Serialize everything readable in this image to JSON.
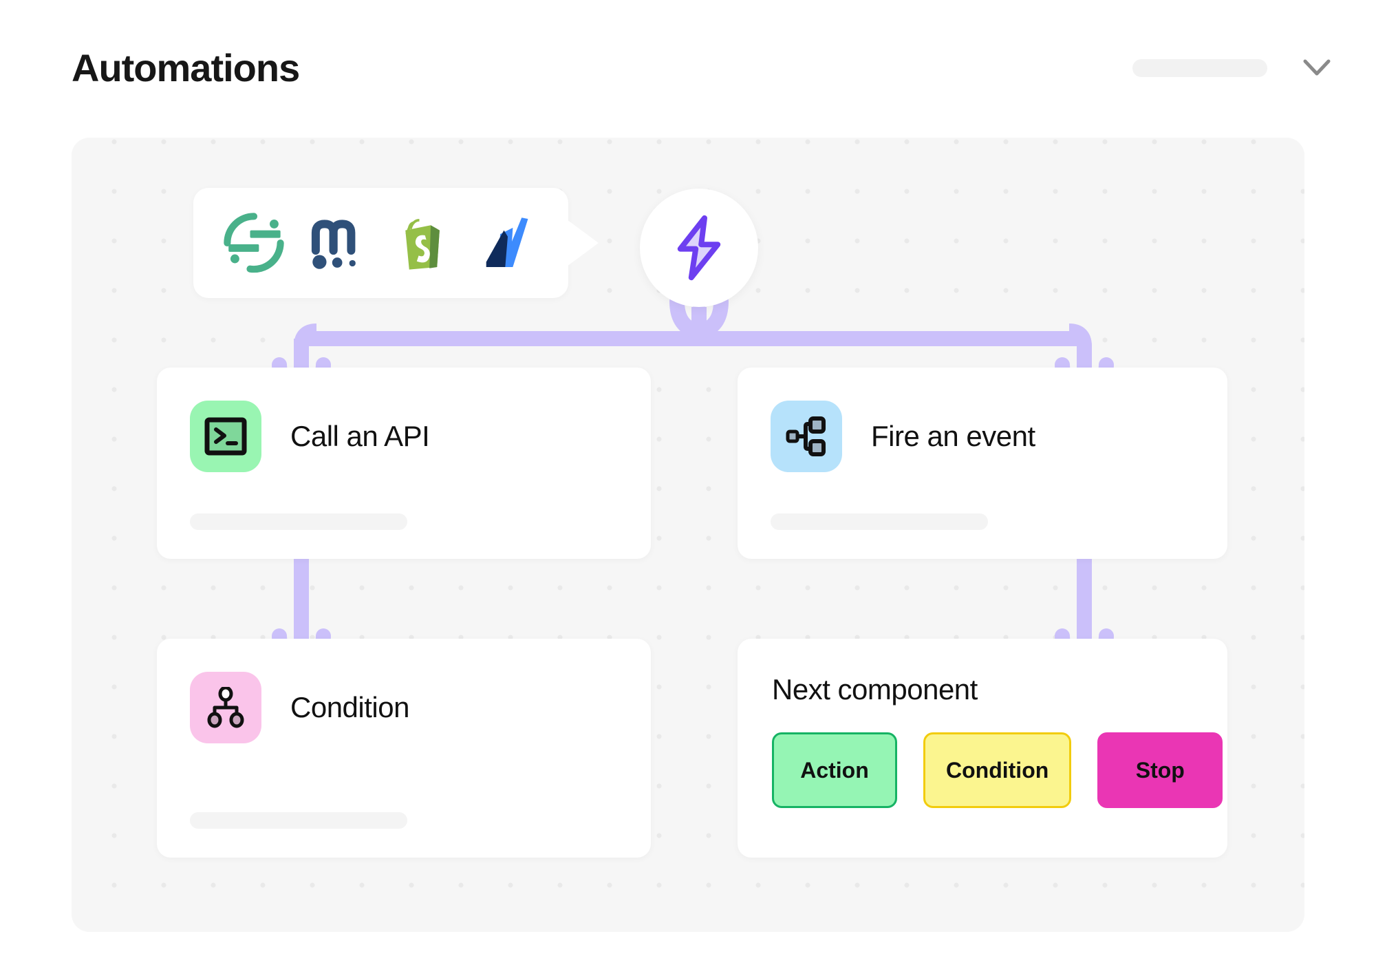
{
  "header": {
    "title": "Automations",
    "pill_placeholder": "",
    "chevron_icon": "chevron-down-icon"
  },
  "canvas": {
    "trigger": {
      "icon": "lightning-bolt-icon",
      "accent_color": "#6d3ff0"
    },
    "integrations": [
      {
        "name": "brevo-logo",
        "color": "#49b18a"
      },
      {
        "name": "mailchimp-logo",
        "color": "#2f5079"
      },
      {
        "name": "shopify-logo",
        "color": "#95bf47"
      },
      {
        "name": "arrow-one-logo",
        "color": "#3d8bfd"
      }
    ],
    "connector_color": "#cbc0fa",
    "cards": [
      {
        "id": "call-an-api",
        "label": "Call an API",
        "icon": "terminal-icon",
        "tile_color": "#99f5b2",
        "placeholder": ""
      },
      {
        "id": "fire-an-event",
        "label": "Fire an event",
        "icon": "sitemap-icon",
        "tile_color": "#b6e2fb",
        "placeholder": ""
      },
      {
        "id": "condition",
        "label": "Condition",
        "icon": "branch-icon",
        "tile_color": "#fac4ea",
        "placeholder": ""
      }
    ],
    "next_component": {
      "title": "Next component",
      "chips": [
        {
          "label": "Action",
          "bg": "#95f5b4",
          "border": "#16b364"
        },
        {
          "label": "Condition",
          "bg": "#fbf58f",
          "border": "#f2cc0d"
        },
        {
          "label": "Stop",
          "bg": "#ea36b4",
          "border": "#ea36b4"
        }
      ]
    }
  }
}
